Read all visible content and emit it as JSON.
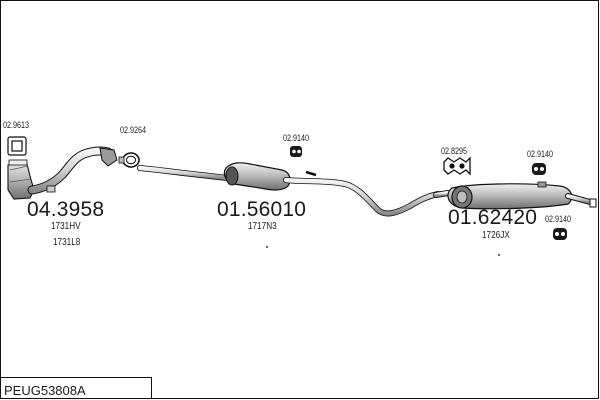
{
  "components": {
    "catalyst": {
      "part_number": "04.3958",
      "references": [
        "1731HV",
        "1731L8"
      ],
      "gasket": {
        "part_number": "02.9613",
        "icon": "gasket-icon"
      }
    },
    "center_silencer": {
      "part_number": "01.56010",
      "references": [
        "1717N3"
      ],
      "clamp": {
        "part_number": "02.9264",
        "icon": "clamp-ring-icon"
      },
      "hanger": {
        "part_number": "02.9140",
        "icon": "rubber-hanger-icon"
      }
    },
    "rear_silencer": {
      "part_number": "01.62420",
      "references": [
        "1726JX"
      ],
      "mount": {
        "part_number": "02.8295",
        "icon": "mounting-bracket-icon"
      },
      "hangers": [
        {
          "part_number": "02.9140",
          "icon": "rubber-hanger-icon"
        },
        {
          "part_number": "02.9140",
          "icon": "rubber-hanger-icon"
        }
      ]
    }
  },
  "footer": {
    "set_code": "PEUG53808A"
  },
  "colors": {
    "line": "#111111",
    "fill_light": "#e6e6e6",
    "fill_dark": "#7a7a7a"
  }
}
